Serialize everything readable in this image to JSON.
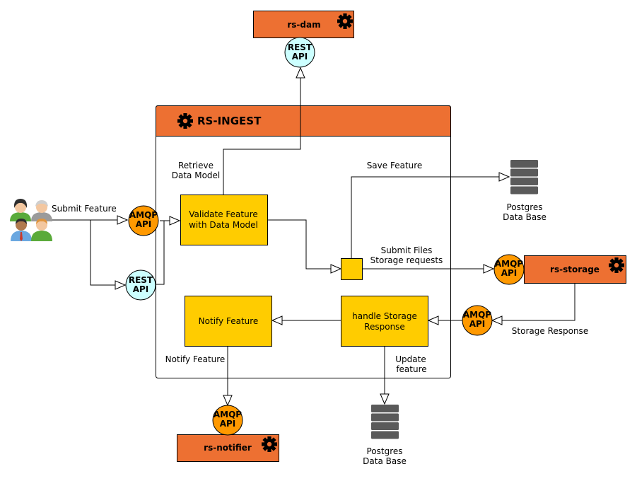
{
  "colors": {
    "service_orange": "#ed7032",
    "process_yellow": "#ffcc00",
    "amqp_orange": "#ff9900",
    "rest_cyan": "#ccffff",
    "db_gray": "#5a5a5a"
  },
  "container": {
    "title": "RS-INGEST"
  },
  "services": {
    "dam": "rs-dam",
    "storage": "rs-storage",
    "notifier": "rs-notifier"
  },
  "api": {
    "rest": [
      "REST",
      "API"
    ],
    "amqp": [
      "AMQP",
      "API"
    ]
  },
  "processes": {
    "validate": [
      "Validate Feature",
      "with Data Model"
    ],
    "notify": [
      "Notify Feature"
    ],
    "handle": [
      "handle Storage",
      "Response"
    ]
  },
  "database": [
    "Postgres",
    "Data Base"
  ],
  "labels": {
    "submit_feature": "Submit Feature",
    "retrieve": [
      "Retrieve",
      "Data Model"
    ],
    "save_feature": "Save Feature",
    "submit_files": [
      "Submit Files",
      "Storage requests"
    ],
    "storage_response": "Storage Response",
    "notify_feature": "Notify Feature",
    "update_feature": [
      "Update",
      "feature"
    ]
  },
  "icons": {
    "service": "gear-icon",
    "users": "users-icon",
    "database": "database-icon"
  }
}
